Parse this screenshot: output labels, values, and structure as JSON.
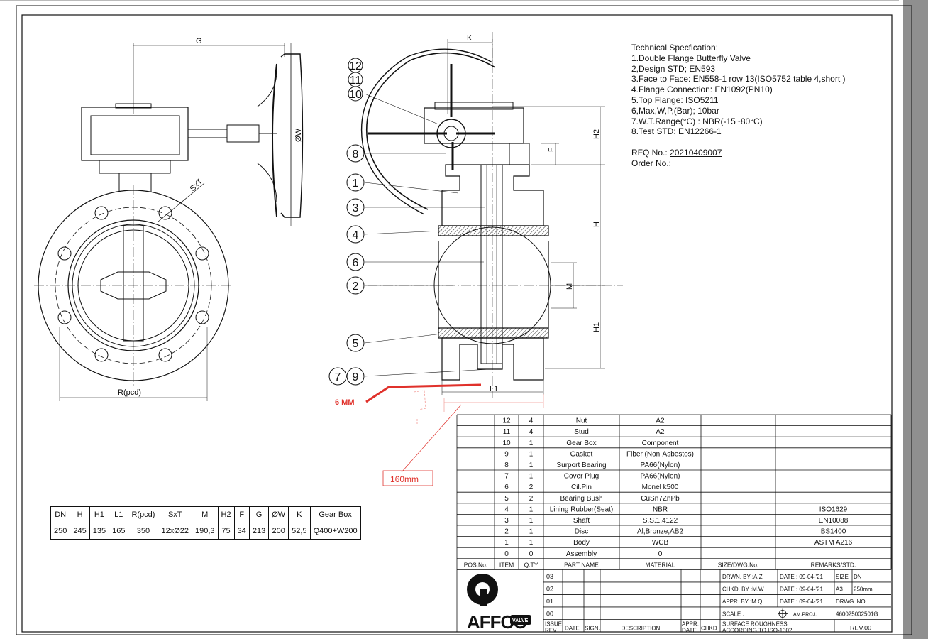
{
  "spec": {
    "title": "Technical Specfication:",
    "items": [
      "1.Double Flange Butterfly Valve",
      "2,Design STD;  EN593",
      "3.Face to Face: EN558-1 row 13(ISO5752 table 4,short )",
      "4.Flange Connection: EN1092(PN10)",
      "5.Top Flange: ISO5211",
      "6,Max,W,P,(Bar); 10bar",
      "7.W.T.Range(°C) : NBR(-15~80°C)",
      "8.Test STD: EN12266-1"
    ],
    "rfq_label": "RFQ No.: ",
    "rfq_value": "20210409007",
    "order_label": "Order No.:"
  },
  "drawing_labels": {
    "G": "G",
    "K": "K",
    "OW": "ØW",
    "SxT": "SxT",
    "H": "H",
    "H1": "H1",
    "H2": "H2",
    "F": "F",
    "M": "M",
    "L1": "L1",
    "Rpcd": "R(pcd)"
  },
  "balloons": [
    "12",
    "11",
    "10",
    "8",
    "1",
    "3",
    "4",
    "6",
    "2",
    "5",
    "7",
    "9"
  ],
  "annotations": {
    "six_mm": "6 MM",
    "length": "160mm",
    "color": "#e0312b"
  },
  "dims_table": {
    "headers": [
      "DN",
      "H",
      "H1",
      "L1",
      "R(pcd)",
      "SxT",
      "M",
      "H2",
      "F",
      "G",
      "ØW",
      "K",
      "Gear Box"
    ],
    "values": [
      "250",
      "245",
      "135",
      "165",
      "350",
      "12xØ22",
      "190,3",
      "75",
      "34",
      "213",
      "200",
      "52,5",
      "Q400+W200"
    ]
  },
  "bom": {
    "rows": [
      {
        "pos": "",
        "item": "12",
        "qty": "4",
        "name": "Nut",
        "material": "A2",
        "remarks": ""
      },
      {
        "pos": "",
        "item": "11",
        "qty": "4",
        "name": "Stud",
        "material": "A2",
        "remarks": ""
      },
      {
        "pos": "",
        "item": "10",
        "qty": "1",
        "name": "Gear Box",
        "material": "Component",
        "remarks": ""
      },
      {
        "pos": "",
        "item": "9",
        "qty": "1",
        "name": "Gasket",
        "material": "Fiber (Non-Asbestos)",
        "remarks": ""
      },
      {
        "pos": "",
        "item": "8",
        "qty": "1",
        "name": "Surport Bearing",
        "material": "PA66(Nylon)",
        "remarks": ""
      },
      {
        "pos": "",
        "item": "7",
        "qty": "1",
        "name": "Cover Plug",
        "material": "PA66(Nylon)",
        "remarks": ""
      },
      {
        "pos": "",
        "item": "6",
        "qty": "2",
        "name": "Cil.Pin",
        "material": "Monel k500",
        "remarks": ""
      },
      {
        "pos": "",
        "item": "5",
        "qty": "2",
        "name": "Bearing Bush",
        "material": "CuSn7ZnPb",
        "remarks": ""
      },
      {
        "pos": "",
        "item": "4",
        "qty": "1",
        "name": "Lining Rubber(Seat)",
        "material": "NBR",
        "remarks": "ISO1629"
      },
      {
        "pos": "",
        "item": "3",
        "qty": "1",
        "name": "Shaft",
        "material": "S.S.1.4122",
        "remarks": "EN10088"
      },
      {
        "pos": "",
        "item": "2",
        "qty": "1",
        "name": "Disc",
        "material": "Al,Bronze,AB2",
        "remarks": "BS1400"
      },
      {
        "pos": "",
        "item": "1",
        "qty": "1",
        "name": "Body",
        "material": "WCB",
        "remarks": "ASTM A216"
      },
      {
        "pos": "",
        "item": "0",
        "qty": "0",
        "name": "Assembly",
        "material": "0",
        "remarks": ""
      }
    ],
    "header": {
      "pos": "POS.No.",
      "item": "ITEM",
      "qty": "Q.TY",
      "name": "PART NAME",
      "material": "MATERIAL",
      "size": "SIZE/DWG.No.",
      "remarks": "REMARKS/STD."
    }
  },
  "title_block": {
    "logo_text": "AFFCO",
    "logo_badge": "VALVE",
    "rev_numbers": [
      "03",
      "02",
      "01",
      "00"
    ],
    "bottom": {
      "issue": "ISSUE",
      "rev": "REV",
      "date": "DATE",
      "sign": "SIGN.",
      "desc": "DESCRIPTION",
      "appr": "APPR.",
      "appr_date": "DATE",
      "chkd": "CHKD"
    },
    "drawn": "DRWN. BY :A.Z",
    "drawn_date": "DATE : 09-04-'21",
    "checked": "CHKD. BY :M.W",
    "checked_date": "DATE : 09-04-'21",
    "approved": "APPR. BY :M.Q",
    "approved_date": "DATE : 09-04-'21",
    "scale": "SCALE :",
    "proj": "AM.PROJ.",
    "size_label": "SIZE",
    "size_value": "A3",
    "dn_label": "DN",
    "dn_value": "250mm",
    "dwg_label": "DRWG. NO.",
    "dwg_value": "460025002501G",
    "roughness1": "SURFACE ROUGHNESS",
    "roughness2": "ACCORDING TO ISO-1302",
    "rev_label": "REV.00"
  }
}
